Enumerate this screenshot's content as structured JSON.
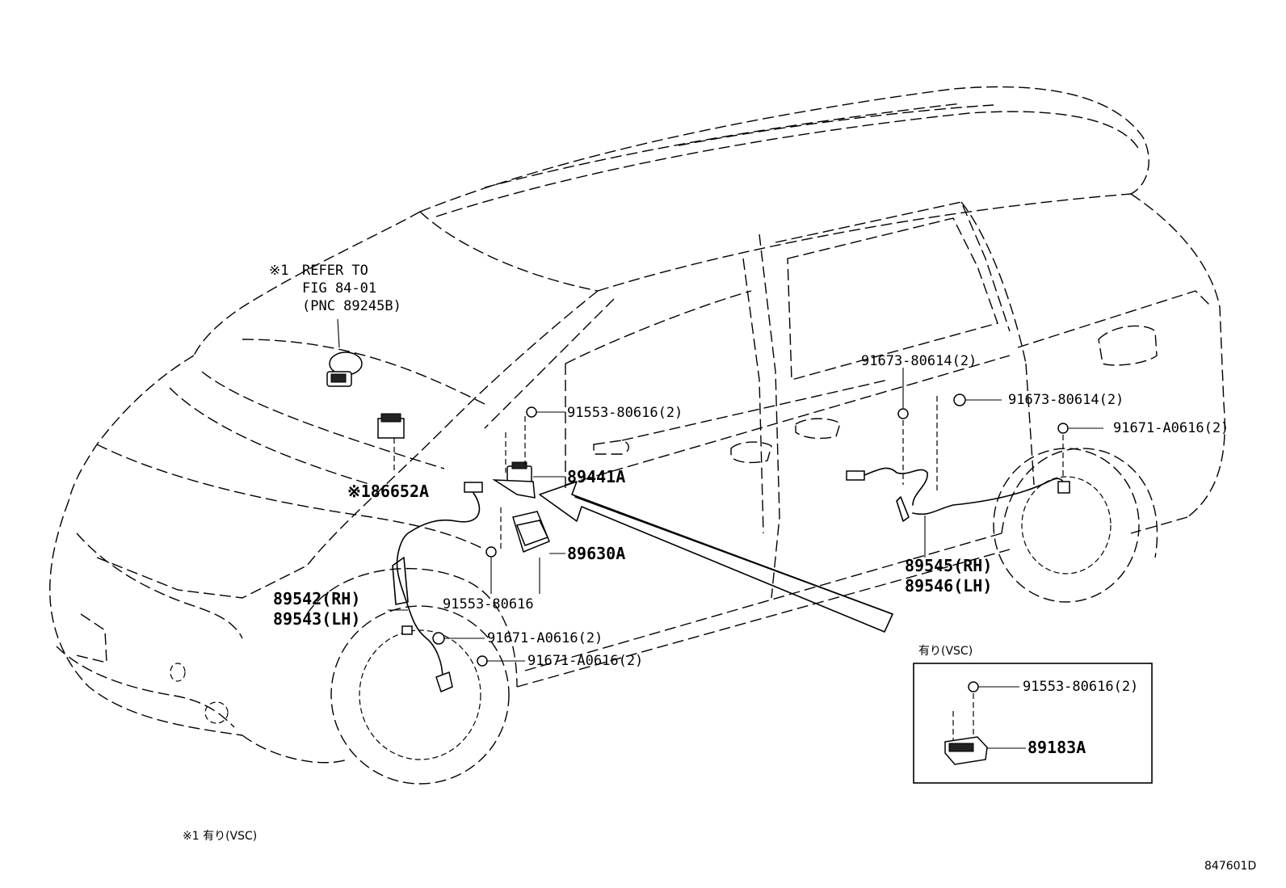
{
  "diagram": {
    "note_refer": {
      "mark": "※1",
      "line1": "REFER TO",
      "line2": "FIG 84-01",
      "line3": "(PNC 89245B)"
    },
    "labels": {
      "p86652A": "※186652A",
      "p91553_80616_2_top": "91553-80616(2)",
      "p89441A": "89441A",
      "p89630A": "89630A",
      "p91553_80616": "91553-80616",
      "p91671_A0616_2_a": "91671-A0616(2)",
      "p91671_A0616_2_b": "91671-A0616(2)",
      "p89542": "89542(RH)",
      "p89543": "89543(LH)",
      "p91673_80614_2_a": "91673-80614(2)",
      "p91673_80614_2_b": "91673-80614(2)",
      "p91671_A0616_2_rear": "91671-A0616(2)",
      "p89545": "89545(RH)",
      "p89546": "89546(LH)"
    },
    "inset": {
      "title": "有り(VSC)",
      "p91553_80616_2": "91553-80616(2)",
      "p89183A": "89183A"
    },
    "footnote": "※1 有り(VSC)",
    "figure_code": "847601D"
  }
}
